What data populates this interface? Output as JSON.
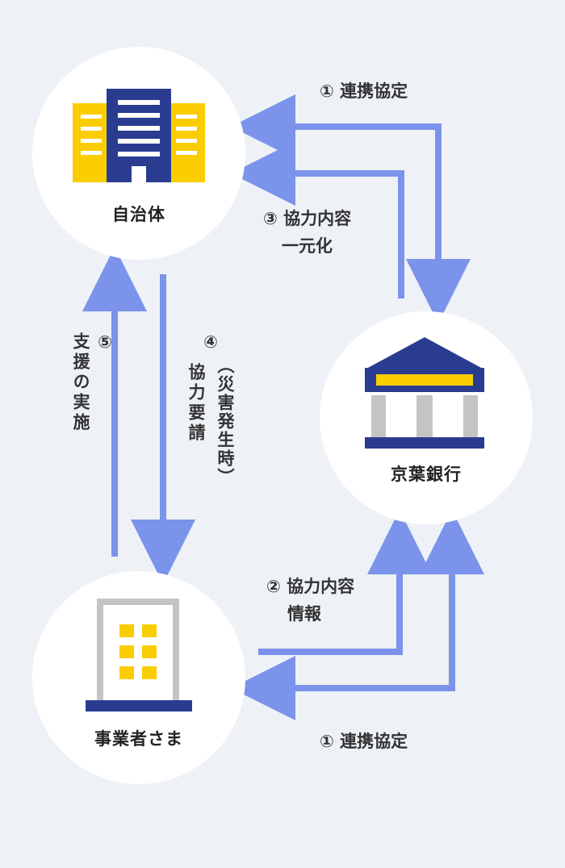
{
  "colors": {
    "background": "#eef2f7",
    "node": "#ffffff",
    "arrow": "#7b93ea",
    "navy": "#2a3c90",
    "yellow": "#f9cd00",
    "gray": "#c4c4c4"
  },
  "nodes": {
    "municipality": {
      "label": "自治体",
      "icon": "government-building-icon"
    },
    "bank": {
      "label": "京葉銀行",
      "icon": "bank-icon"
    },
    "business": {
      "label": "事業者さま",
      "icon": "office-building-icon"
    }
  },
  "flows": {
    "agreement_top": {
      "number": "①",
      "text": "連携協定"
    },
    "unify": {
      "number": "③",
      "text": "協力内容",
      "text2": "一元化"
    },
    "request": {
      "number": "④",
      "paren": "（災害発生時）",
      "text": "協力要請"
    },
    "support": {
      "number": "⑤",
      "text": "支援の実施"
    },
    "info": {
      "number": "②",
      "text": "協力内容",
      "text2": "情報"
    },
    "agreement_bottom": {
      "number": "①",
      "text": "連携協定"
    }
  }
}
